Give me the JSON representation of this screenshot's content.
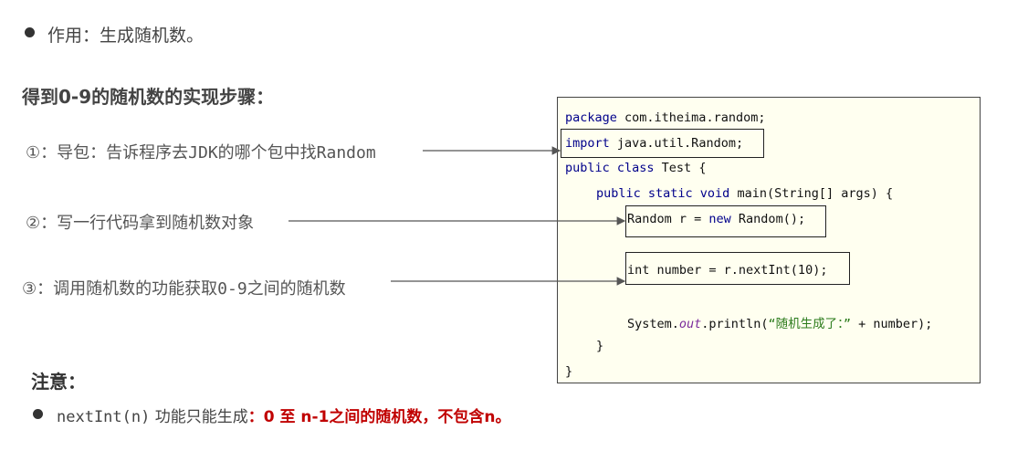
{
  "top": {
    "text": "作用：生成随机数。"
  },
  "heading": {
    "text": "得到0-9的随机数的实现步骤："
  },
  "steps": [
    {
      "num": "①：",
      "text_a": "导包：告诉程序去",
      "mono_a": "JDK",
      "text_b": "的哪个包中找",
      "mono_b": "Random"
    },
    {
      "num": "②：",
      "text_a": "写一行代码拿到随机数对象"
    },
    {
      "num": "③：",
      "text_a": "调用随机数的功能获取",
      "mono_a": "0-9",
      "text_b": "之间的随机数"
    }
  ],
  "code": {
    "line1_kw": "package",
    "line1_rest": " com.itheima.random;",
    "line2_kw": "import",
    "line2_rest": " java.util.Random;",
    "line3_kw": "public class",
    "line3_rest": " Test {",
    "line4_kw": "public static void",
    "line4_rest": " main(String[] args) {",
    "line5_a": "Random r = ",
    "line5_kw": "new",
    "line5_b": " Random();",
    "line6": "int number = r.nextInt(10);",
    "line7_a": "System.",
    "line7_it": "out",
    "line7_b": ".println(",
    "line7_str": "“随机生成了：”",
    "line7_c": " + number);",
    "line8": "}",
    "line9": "}"
  },
  "note": {
    "title": "注意：",
    "mono": "nextInt(n)",
    "text": " 功能只能生成",
    "red": "：0 至 n-1之间的随机数，不包含n。"
  }
}
